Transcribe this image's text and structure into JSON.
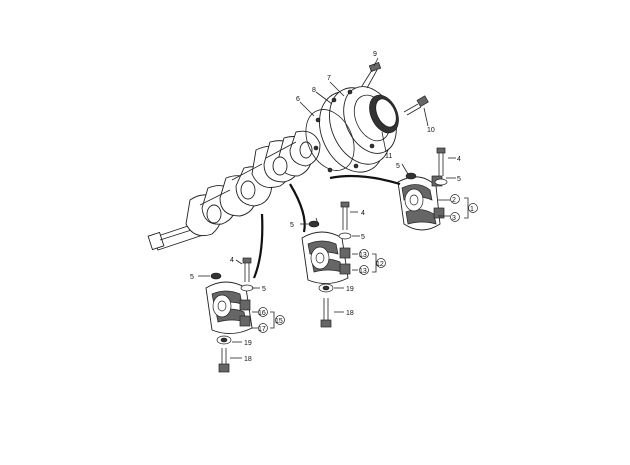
{
  "callouts": {
    "c9": "9",
    "c7": "7",
    "c8": "8",
    "c6": "6",
    "c10": "10",
    "c11": "11",
    "ra_5a": "5",
    "ra_4": "4",
    "ra_5b": "5",
    "ra_2": "2",
    "ra_1": "1",
    "ra_3": "3",
    "ma_5l": "5",
    "ma_4": "4",
    "ma_5r": "5",
    "ma_13a": "13",
    "ma_13b": "13",
    "ma_12": "12",
    "ma_19": "19",
    "ma_18": "18",
    "la_4": "4",
    "la_5l": "5",
    "la_5r": "5",
    "la_16": "16",
    "la_17": "17",
    "la_15": "15",
    "la_19": "19",
    "la_18": "18"
  }
}
